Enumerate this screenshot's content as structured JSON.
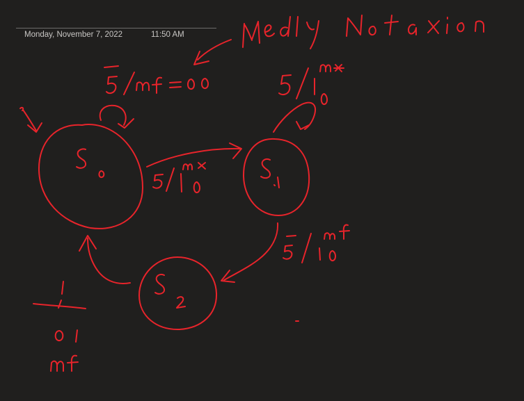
{
  "page": {
    "date": "Monday, November 7, 2022",
    "time": "11:50 AM"
  },
  "ink": {
    "color": "#e8242b",
    "background": "#201f1e"
  },
  "diagram": {
    "title": "Medly Notaxion",
    "states": [
      {
        "id": "S0",
        "letter": "S",
        "sub": "0"
      },
      {
        "id": "S1",
        "letter": "S",
        "sub": "1"
      },
      {
        "id": "S2",
        "letter": "S",
        "sub": "2"
      }
    ],
    "transitions": [
      {
        "from": "S0",
        "to": "S0",
        "label": "5̄/mf = 00"
      },
      {
        "from": "S1",
        "to": "S1",
        "label": "5/10",
        "sup": "mx"
      },
      {
        "from": "S0",
        "to": "S1",
        "label": "5/10",
        "sup": "mx"
      },
      {
        "from": "S1",
        "to": "S2",
        "label": "5̄/10",
        "sup": "mf"
      },
      {
        "from": "S2",
        "to": "S0",
        "label": "1 / 01",
        "sub": "mf"
      }
    ]
  }
}
